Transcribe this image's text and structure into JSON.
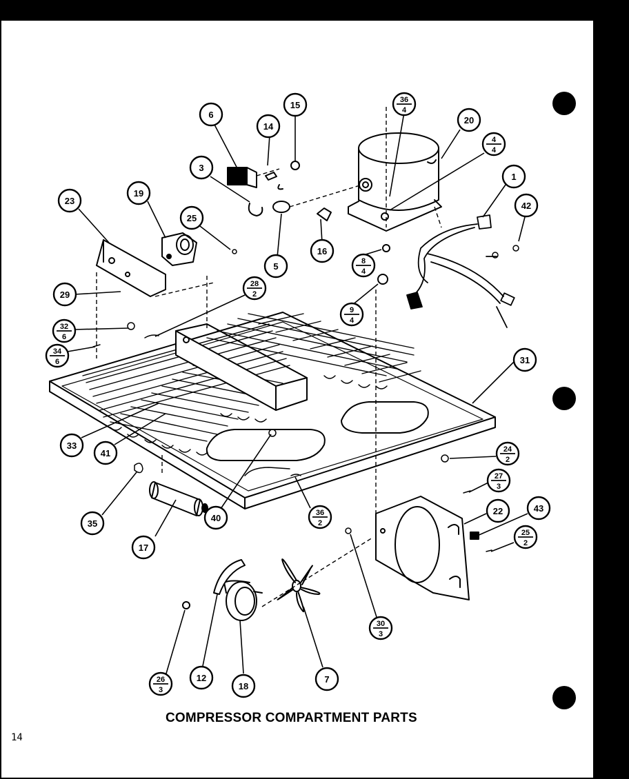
{
  "title": "COMPRESSOR COMPARTMENT PARTS",
  "page_number": "14",
  "callouts": [
    {
      "id": "c6",
      "top": "6"
    },
    {
      "id": "c14",
      "top": "14"
    },
    {
      "id": "c15",
      "top": "15"
    },
    {
      "id": "c36-4",
      "top": "36",
      "bottom": "4"
    },
    {
      "id": "c20",
      "top": "20"
    },
    {
      "id": "c4-4",
      "top": "4",
      "bottom": "4"
    },
    {
      "id": "c1",
      "top": "1"
    },
    {
      "id": "c42",
      "top": "42"
    },
    {
      "id": "c3",
      "top": "3"
    },
    {
      "id": "c23",
      "top": "23"
    },
    {
      "id": "c19",
      "top": "19"
    },
    {
      "id": "c25",
      "top": "25"
    },
    {
      "id": "c5",
      "top": "5"
    },
    {
      "id": "c16",
      "top": "16"
    },
    {
      "id": "c8-4",
      "top": "8",
      "bottom": "4"
    },
    {
      "id": "c29",
      "top": "29"
    },
    {
      "id": "c28-2",
      "top": "28",
      "bottom": "2"
    },
    {
      "id": "c9-4",
      "top": "9",
      "bottom": "4"
    },
    {
      "id": "c32-6",
      "top": "32",
      "bottom": "6"
    },
    {
      "id": "c34-6",
      "top": "34",
      "bottom": "6"
    },
    {
      "id": "c31",
      "top": "31"
    },
    {
      "id": "c33",
      "top": "33"
    },
    {
      "id": "c41",
      "top": "41"
    },
    {
      "id": "c24-2",
      "top": "24",
      "bottom": "2"
    },
    {
      "id": "c27-3",
      "top": "27",
      "bottom": "3"
    },
    {
      "id": "c22",
      "top": "22"
    },
    {
      "id": "c43",
      "top": "43"
    },
    {
      "id": "c25-2",
      "top": "25",
      "bottom": "2"
    },
    {
      "id": "c35",
      "top": "35"
    },
    {
      "id": "c40",
      "top": "40"
    },
    {
      "id": "c36-2",
      "top": "36",
      "bottom": "2"
    },
    {
      "id": "c17",
      "top": "17"
    },
    {
      "id": "c30-3",
      "top": "30",
      "bottom": "3"
    },
    {
      "id": "c26-3",
      "top": "26",
      "bottom": "3"
    },
    {
      "id": "c12",
      "top": "12"
    },
    {
      "id": "c18",
      "top": "18"
    },
    {
      "id": "c7",
      "top": "7"
    }
  ]
}
